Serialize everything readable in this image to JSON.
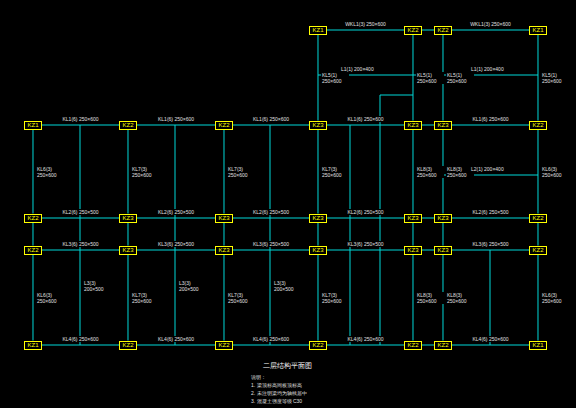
{
  "diagram": {
    "title": "二层结构平面图",
    "nodes": [
      {
        "text": [
          "KZ1"
        ]
      },
      {
        "text": [
          "KZ2"
        ]
      },
      {
        "text": [
          "KZ2"
        ]
      },
      {
        "text": [
          "KZ1"
        ]
      },
      {
        "text": [
          "KZ1"
        ]
      },
      {
        "text": [
          "KZ2"
        ]
      },
      {
        "text": [
          "KZ2"
        ]
      },
      {
        "text": [
          "KZ3"
        ]
      },
      {
        "text": [
          "KZ3"
        ]
      },
      {
        "text": [
          "KZ3"
        ]
      },
      {
        "text": [
          "KZ2"
        ]
      },
      {
        "text": [
          "KZ2"
        ]
      },
      {
        "text": [
          "KZ3"
        ]
      },
      {
        "text": [
          "KZ3"
        ]
      },
      {
        "text": [
          "KZ3"
        ]
      },
      {
        "text": [
          "KZ3"
        ]
      },
      {
        "text": [
          "KZ3"
        ]
      },
      {
        "text": [
          "KZ2"
        ]
      },
      {
        "text": [
          "KZ2"
        ]
      },
      {
        "text": [
          "KZ3"
        ]
      },
      {
        "text": [
          "KZ3"
        ]
      },
      {
        "text": [
          "KZ3"
        ]
      },
      {
        "text": [
          "KZ3"
        ]
      },
      {
        "text": [
          "KZ3"
        ]
      },
      {
        "text": [
          "KZ2"
        ]
      },
      {
        "text": [
          "KZ1"
        ]
      },
      {
        "text": [
          "KZ2"
        ]
      },
      {
        "text": [
          "KZ2"
        ]
      },
      {
        "text": [
          "KZ2"
        ]
      },
      {
        "text": [
          "KZ2"
        ]
      },
      {
        "text": [
          "KZ2"
        ]
      },
      {
        "text": [
          "KZ1"
        ]
      }
    ],
    "edges": [
      {
        "from": 0,
        "to": 1,
        "arrow": "none",
        "label": "WKL1(3) 250×600"
      },
      {
        "from": 1,
        "to": 2,
        "arrow": "none"
      },
      {
        "from": 2,
        "to": 3,
        "arrow": "none",
        "label": "WKL1(3) 250×600"
      },
      {
        "from": 4,
        "to": 5,
        "arrow": "none",
        "label": "KL1(6) 250×600"
      },
      {
        "from": 5,
        "to": 6,
        "arrow": "none",
        "label": "KL1(6) 250×600"
      },
      {
        "from": 6,
        "to": 7,
        "arrow": "none",
        "label": "KL1(6) 250×600"
      },
      {
        "from": 7,
        "to": 8,
        "arrow": "none",
        "label": "KL1(6) 250×600"
      },
      {
        "from": 8,
        "to": 9,
        "arrow": "none"
      },
      {
        "from": 9,
        "to": 10,
        "arrow": "none",
        "label": "KL1(6) 250×600"
      },
      {
        "from": 11,
        "to": 12,
        "arrow": "none",
        "label": "KL2(6) 250×500"
      },
      {
        "from": 12,
        "to": 13,
        "arrow": "none",
        "label": "KL2(6) 250×500"
      },
      {
        "from": 13,
        "to": 14,
        "arrow": "none",
        "label": "KL2(6) 250×500"
      },
      {
        "from": 14,
        "to": 15,
        "arrow": "none",
        "label": "KL2(6) 250×500"
      },
      {
        "from": 15,
        "to": 16,
        "arrow": "none"
      },
      {
        "from": 16,
        "to": 17,
        "arrow": "none",
        "label": "KL2(6) 250×500"
      },
      {
        "from": 18,
        "to": 19,
        "arrow": "none",
        "label": "KL3(6) 250×500"
      },
      {
        "from": 19,
        "to": 20,
        "arrow": "none",
        "label": "KL3(6) 250×500"
      },
      {
        "from": 20,
        "to": 21,
        "arrow": "none",
        "label": "KL3(6) 250×500"
      },
      {
        "from": 21,
        "to": 22,
        "arrow": "none",
        "label": "KL3(6) 250×500"
      },
      {
        "from": 22,
        "to": 23,
        "arrow": "none"
      },
      {
        "from": 23,
        "to": 24,
        "arrow": "none",
        "label": "KL3(6) 250×500"
      },
      {
        "from": 25,
        "to": 26,
        "arrow": "none",
        "label": "KL4(6) 250×600"
      },
      {
        "from": 26,
        "to": 27,
        "arrow": "none",
        "label": "KL4(6) 250×600"
      },
      {
        "from": 27,
        "to": 28,
        "arrow": "none",
        "label": "KL4(6) 250×600"
      },
      {
        "from": 28,
        "to": 29,
        "arrow": "none",
        "label": "KL4(6) 250×600"
      },
      {
        "from": 29,
        "to": 30,
        "arrow": "none"
      },
      {
        "from": 30,
        "to": 31,
        "arrow": "none",
        "label": "KL4(6) 250×600"
      },
      {
        "from": 0,
        "to": 7,
        "arrow": "none",
        "label": "KL5(1) 250×600"
      },
      {
        "from": 1,
        "to": 8,
        "arrow": "none",
        "label": "KL5(1) 250×600"
      },
      {
        "from": 2,
        "to": 9,
        "arrow": "none",
        "label": "KL5(1) 250×600"
      },
      {
        "from": 3,
        "to": 10,
        "arrow": "none",
        "label": "KL5(1) 250×600"
      },
      {
        "from": 4,
        "to": 11,
        "arrow": "none",
        "label": "KL6(3) 250×600"
      },
      {
        "from": 5,
        "to": 12,
        "arrow": "none",
        "label": "KL7(3) 250×600"
      },
      {
        "from": 6,
        "to": 13,
        "arrow": "none",
        "label": "KL7(3) 250×600"
      },
      {
        "from": 7,
        "to": 14,
        "arrow": "none",
        "label": "KL7(3) 250×600"
      },
      {
        "from": 8,
        "to": 15,
        "arrow": "none",
        "label": "KL8(3) 250×600"
      },
      {
        "from": 9,
        "to": 16,
        "arrow": "none",
        "label": "KL8(3) 250×600"
      },
      {
        "from": 10,
        "to": 17,
        "arrow": "none",
        "label": "KL6(3) 250×600"
      },
      {
        "from": 11,
        "to": 18,
        "arrow": "none"
      },
      {
        "from": 12,
        "to": 19,
        "arrow": "none"
      },
      {
        "from": 13,
        "to": 20,
        "arrow": "none"
      },
      {
        "from": 14,
        "to": 21,
        "arrow": "none"
      },
      {
        "from": 15,
        "to": 22,
        "arrow": "none"
      },
      {
        "from": 16,
        "to": 23,
        "arrow": "none"
      },
      {
        "from": 17,
        "to": 24,
        "arrow": "none"
      },
      {
        "from": 18,
        "to": 25,
        "arrow": "none",
        "label": "KL6(3) 250×600"
      },
      {
        "from": 19,
        "to": 26,
        "arrow": "none",
        "label": "KL7(3) 250×600"
      },
      {
        "from": 20,
        "to": 27,
        "arrow": "none",
        "label": "KL7(3) 250×600"
      },
      {
        "from": 21,
        "to": 28,
        "arrow": "none",
        "label": "KL7(3) 250×600"
      },
      {
        "from": 22,
        "to": 29,
        "arrow": "none",
        "label": "KL8(3) 250×600"
      },
      {
        "from": 23,
        "to": 30,
        "arrow": "none",
        "label": "KL8(3) 250×600"
      },
      {
        "from": 24,
        "to": 31,
        "arrow": "none",
        "label": "KL6(3) 250×600"
      }
    ],
    "labels": [
      "说明：",
      "1. 梁顶标高同板顶标高",
      "2. 未注明梁均为轴线居中",
      "3. 混凝土强度等级 C30",
      "L1(1) 200×400",
      "L1(1) 200×400",
      "L2(1) 200×400",
      "L3(3) 200×500",
      "L3(3) 200×500",
      "L3(3) 200×500"
    ]
  }
}
